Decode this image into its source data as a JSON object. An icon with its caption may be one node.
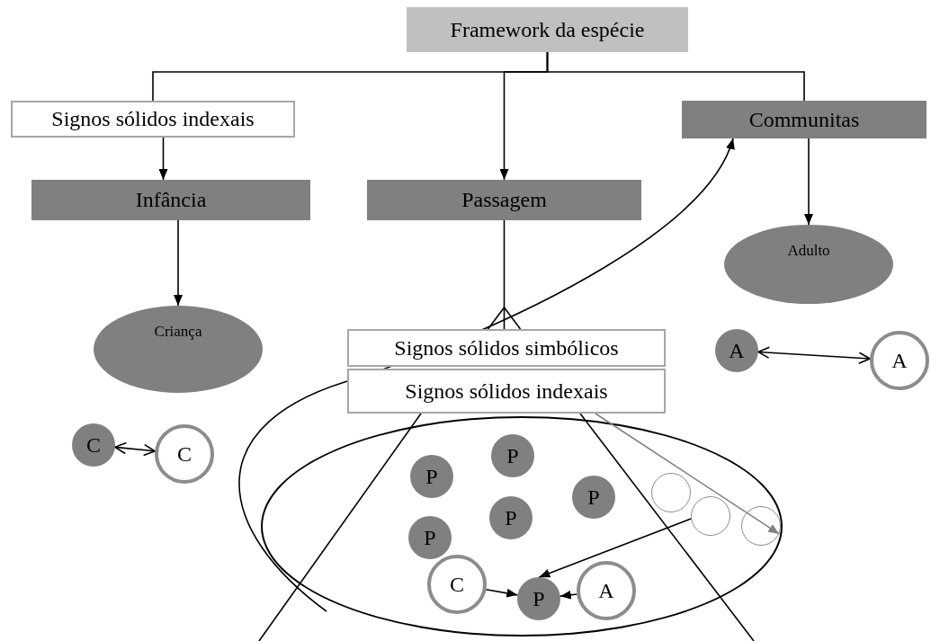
{
  "diagram": {
    "nodes": [
      {
        "text": [
          "Framework da espécie"
        ]
      },
      {
        "text": [
          "Signos sólidos indexais"
        ]
      },
      {
        "text": [
          "Communitas"
        ]
      },
      {
        "text": [
          "Infância"
        ]
      },
      {
        "text": [
          "Passagem"
        ]
      },
      {
        "text": [
          "Adulto"
        ]
      },
      {
        "text": [
          "Criança"
        ]
      },
      {
        "text": [
          "Signos sólidos simbólicos"
        ]
      },
      {
        "text": [
          "Signos sólidos indexais"
        ]
      },
      {
        "text": [
          "A"
        ]
      },
      {
        "text": [
          "A"
        ]
      },
      {
        "text": [
          "C"
        ]
      },
      {
        "text": [
          "C"
        ]
      },
      {
        "text": [],
        "shape": "ellipse"
      },
      {
        "text": [
          "P"
        ],
        "in": 13
      },
      {
        "text": [
          "P"
        ],
        "in": 13
      },
      {
        "text": [],
        "shape": "circle",
        "in": 13
      },
      {
        "text": [],
        "shape": "circle",
        "in": 13
      },
      {
        "text": [],
        "shape": "circle",
        "in": 13
      },
      {
        "text": [
          "P"
        ],
        "in": 13
      },
      {
        "text": [
          "P"
        ],
        "in": 13
      },
      {
        "text": [
          "P"
        ],
        "in": 13
      },
      {
        "text": [
          "C"
        ],
        "in": 13
      },
      {
        "text": [
          "P"
        ],
        "in": 13
      },
      {
        "text": [
          "A"
        ],
        "in": 13
      }
    ],
    "edges": [
      {
        "from": 0,
        "to": 1,
        "arrow": "none"
      },
      {
        "from": 0,
        "to": 4,
        "arrow": "to"
      },
      {
        "from": 0,
        "to": 2,
        "arrow": "none"
      },
      {
        "from": 1,
        "to": 3,
        "arrow": "to"
      },
      {
        "from": 2,
        "to": 5,
        "arrow": "to"
      },
      {
        "from": 3,
        "to": 6,
        "arrow": "to"
      },
      {
        "from": 4,
        "to": 7,
        "arrow": "other"
      },
      {
        "from": 9,
        "to": 10,
        "arrow": "both"
      },
      {
        "from": 11,
        "to": 12,
        "arrow": "both"
      },
      {
        "from": 8,
        "to": 18,
        "arrow": "to",
        "color": "#808080"
      },
      {
        "from": 17,
        "to": 23,
        "arrow": "to"
      },
      {
        "from": 22,
        "to": 23,
        "arrow": "to"
      },
      {
        "from": 24,
        "to": 23,
        "arrow": "to"
      },
      {
        "from": null,
        "to": 2,
        "arrow": "to"
      }
    ]
  }
}
